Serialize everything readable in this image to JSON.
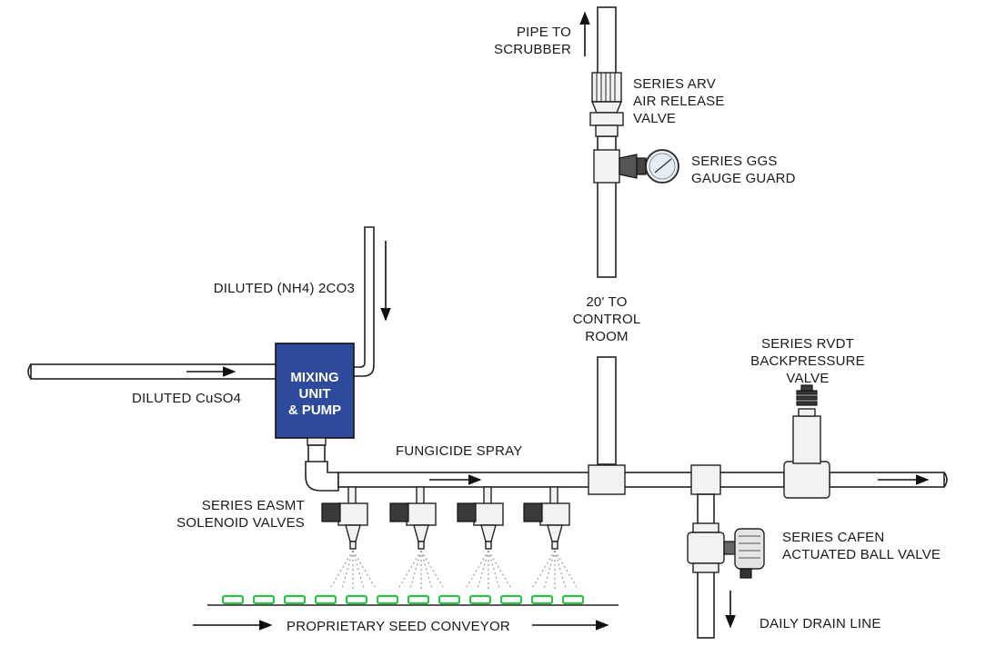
{
  "colors": {
    "mixing_unit": "#2e4a9c",
    "seed_outline": "#2fbf4a",
    "ink": "#1a1a1a"
  },
  "labels": {
    "pipe_to_scrubber": [
      "PIPE TO",
      "SCRUBBER"
    ],
    "air_release_valve": [
      "SERIES ARV",
      "AIR RELEASE",
      "VALVE"
    ],
    "gauge_guard": [
      "SERIES GGS",
      "GAUGE GUARD"
    ],
    "diluted_nh4": "DILUTED (NH4) 2CO3",
    "control_room": [
      "20' TO",
      "CONTROL",
      "ROOM"
    ],
    "backpressure_valve": [
      "SERIES RVDT",
      "BACKPRESSURE",
      "VALVE"
    ],
    "diluted_cuso4": "DILUTED CuSO4",
    "mixing_unit": [
      "MIXING",
      "UNIT",
      "& PUMP"
    ],
    "fungicide_spray": "FUNGICIDE SPRAY",
    "solenoid_valves": [
      "SERIES EASMT",
      "SOLENOID VALVES"
    ],
    "ball_valve": [
      "SERIES CAFEN",
      "ACTUATED BALL VALVE"
    ],
    "drain_line": "DAILY DRAIN LINE",
    "conveyor": "PROPRIETARY SEED CONVEYOR"
  },
  "solenoid_valve_count": 4,
  "seed_count": 12
}
